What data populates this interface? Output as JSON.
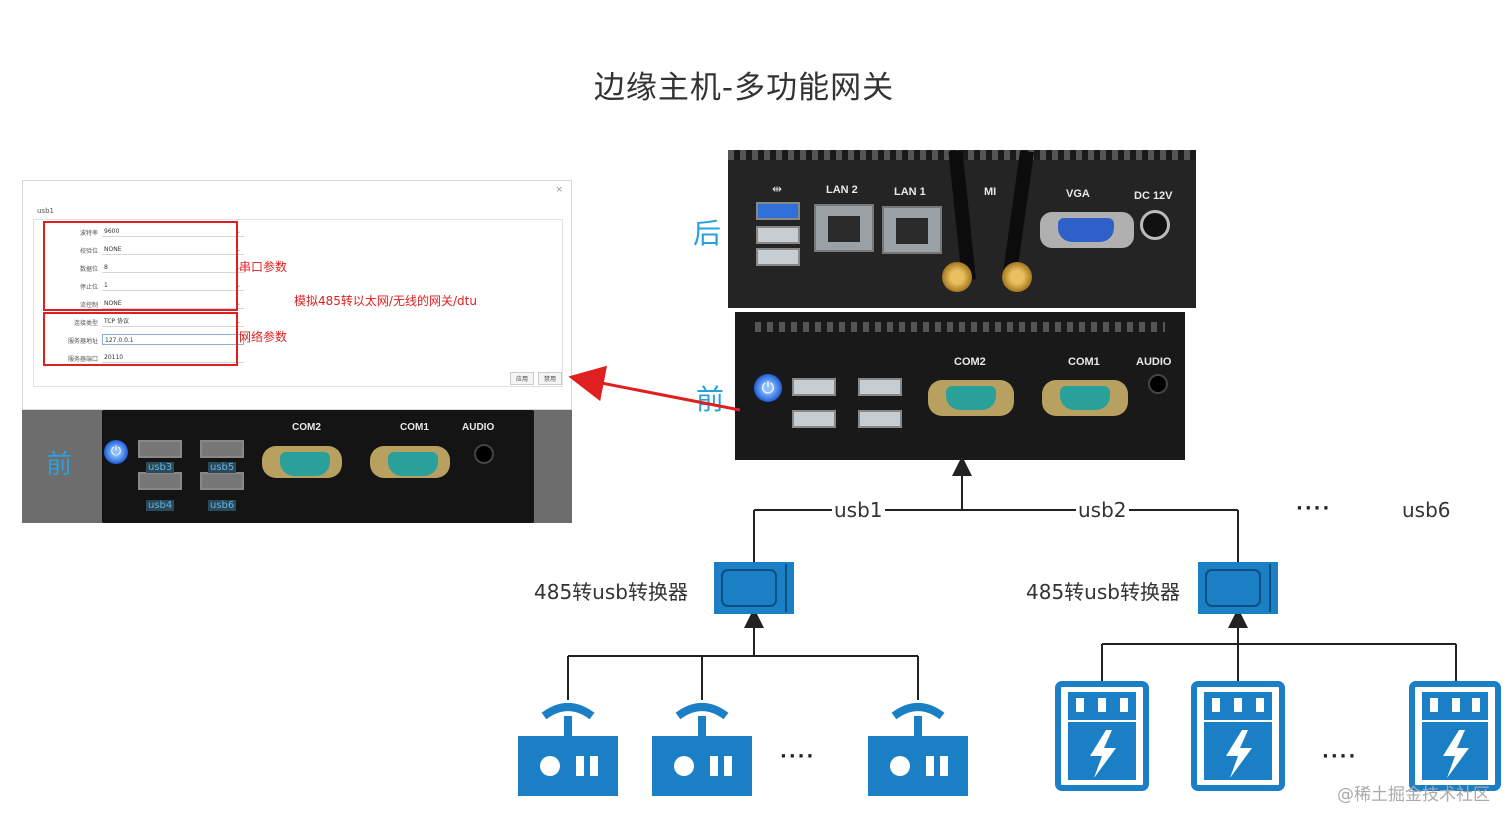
{
  "title": "边缘主机-多功能网关",
  "config_panel": {
    "tab": "usb1",
    "close": "×",
    "serial_fields": [
      {
        "label": "波特率",
        "value": "9600"
      },
      {
        "label": "校验位",
        "value": "NONE"
      },
      {
        "label": "数据位",
        "value": "8"
      },
      {
        "label": "停止位",
        "value": "1"
      },
      {
        "label": "流控制",
        "value": "NONE"
      }
    ],
    "network_fields": [
      {
        "label": "连接类型",
        "value": "TCP 协议"
      },
      {
        "label": "服务器地址",
        "value": "127.0.0.1"
      },
      {
        "label": "服务器端口",
        "value": "20110"
      }
    ],
    "serial_annotation": "串口参数",
    "network_annotation": "网络参数",
    "simulate_note": "模拟485转以太网/无线的网关/dtu",
    "apply_button": "应用",
    "disable_button": "禁用"
  },
  "front_crop": {
    "side_label": "前",
    "ports": [
      "COM2",
      "COM1",
      "AUDIO"
    ],
    "usb_labels": [
      "usb3",
      "usb5",
      "usb4",
      "usb6"
    ]
  },
  "device": {
    "back_label": "后",
    "front_label": "前",
    "back_ports": [
      "LAN 2",
      "LAN 1",
      "MI",
      "VGA",
      "DC 12V"
    ],
    "front_ports": [
      "COM2",
      "COM1",
      "AUDIO"
    ]
  },
  "diagram": {
    "usb1": "usb1",
    "usb2": "usb2",
    "usb6": "usb6",
    "ellipsis": "····",
    "converter_label_1": "485转usb转换器",
    "converter_label_2": "485转usb转换器"
  },
  "watermark": "@稀土掘金技术社区",
  "colors": {
    "accent_blue": "#1a7fc4",
    "annotation_red": "#e02020"
  }
}
